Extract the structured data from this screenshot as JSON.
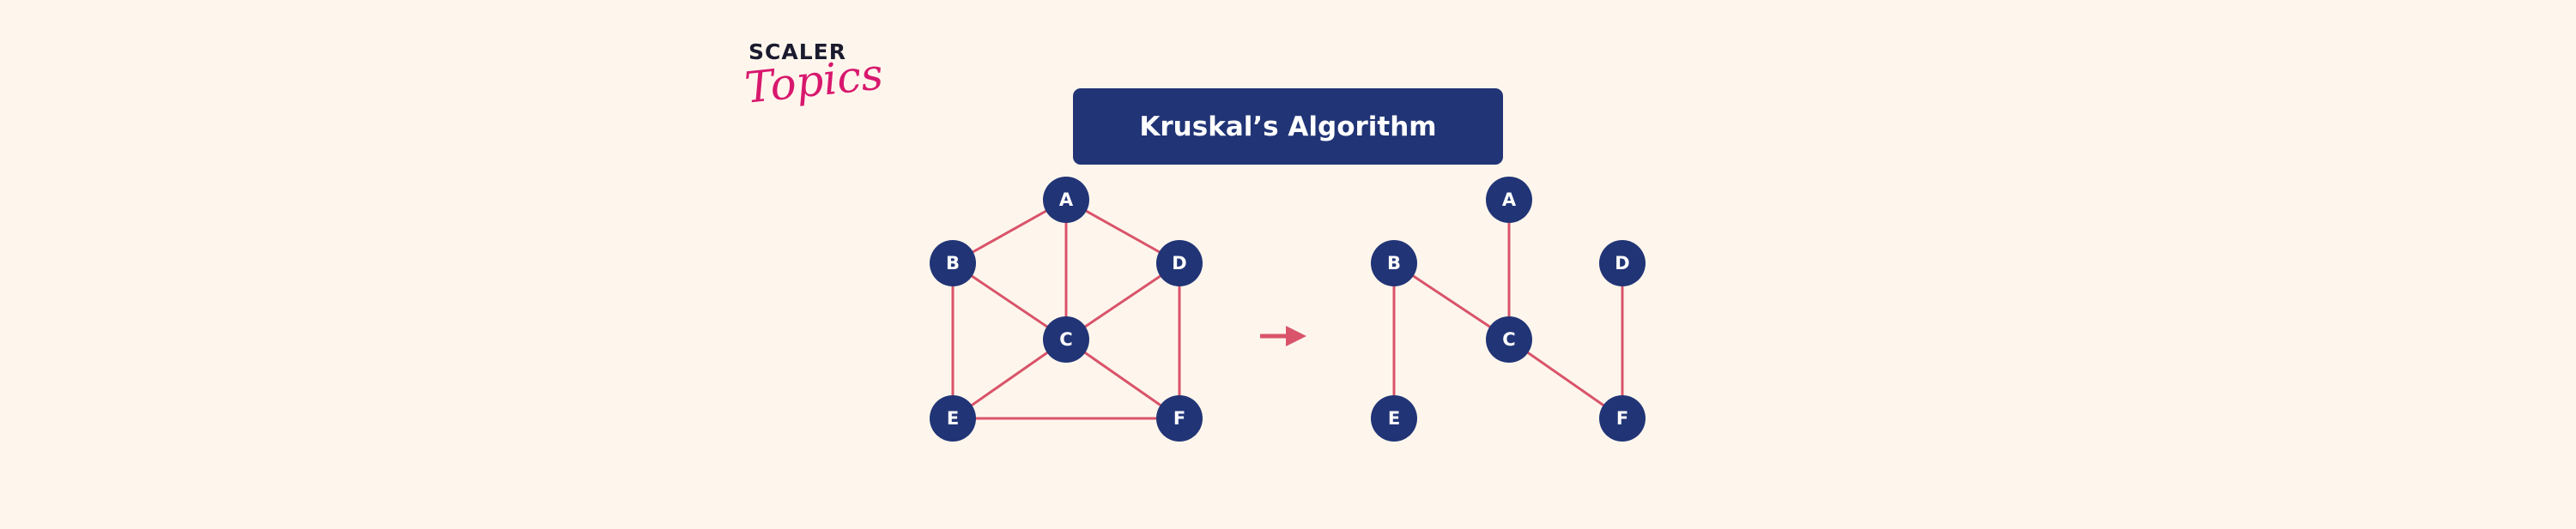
{
  "logo": {
    "line1": "SCALER",
    "line2": "Topics"
  },
  "title": "Kruskal’s Algorithm",
  "colors": {
    "background": "#FEF6EC",
    "node": "#213476",
    "edge": "#D9546A",
    "title_box": "#213476",
    "logo_top": "#1B1B2F",
    "logo_bottom": "#D8186E"
  },
  "graphs": {
    "original": {
      "nodes": [
        "A",
        "B",
        "C",
        "D",
        "E",
        "F"
      ],
      "edges": [
        [
          "A",
          "B"
        ],
        [
          "A",
          "C"
        ],
        [
          "A",
          "D"
        ],
        [
          "B",
          "C"
        ],
        [
          "B",
          "E"
        ],
        [
          "C",
          "D"
        ],
        [
          "C",
          "E"
        ],
        [
          "C",
          "F"
        ],
        [
          "D",
          "F"
        ],
        [
          "E",
          "F"
        ]
      ]
    },
    "mst": {
      "nodes": [
        "A",
        "B",
        "C",
        "D",
        "E",
        "F"
      ],
      "edges": [
        [
          "A",
          "C"
        ],
        [
          "B",
          "C"
        ],
        [
          "B",
          "E"
        ],
        [
          "C",
          "F"
        ],
        [
          "D",
          "F"
        ]
      ]
    }
  },
  "arrow_icon": "arrow-right-icon"
}
